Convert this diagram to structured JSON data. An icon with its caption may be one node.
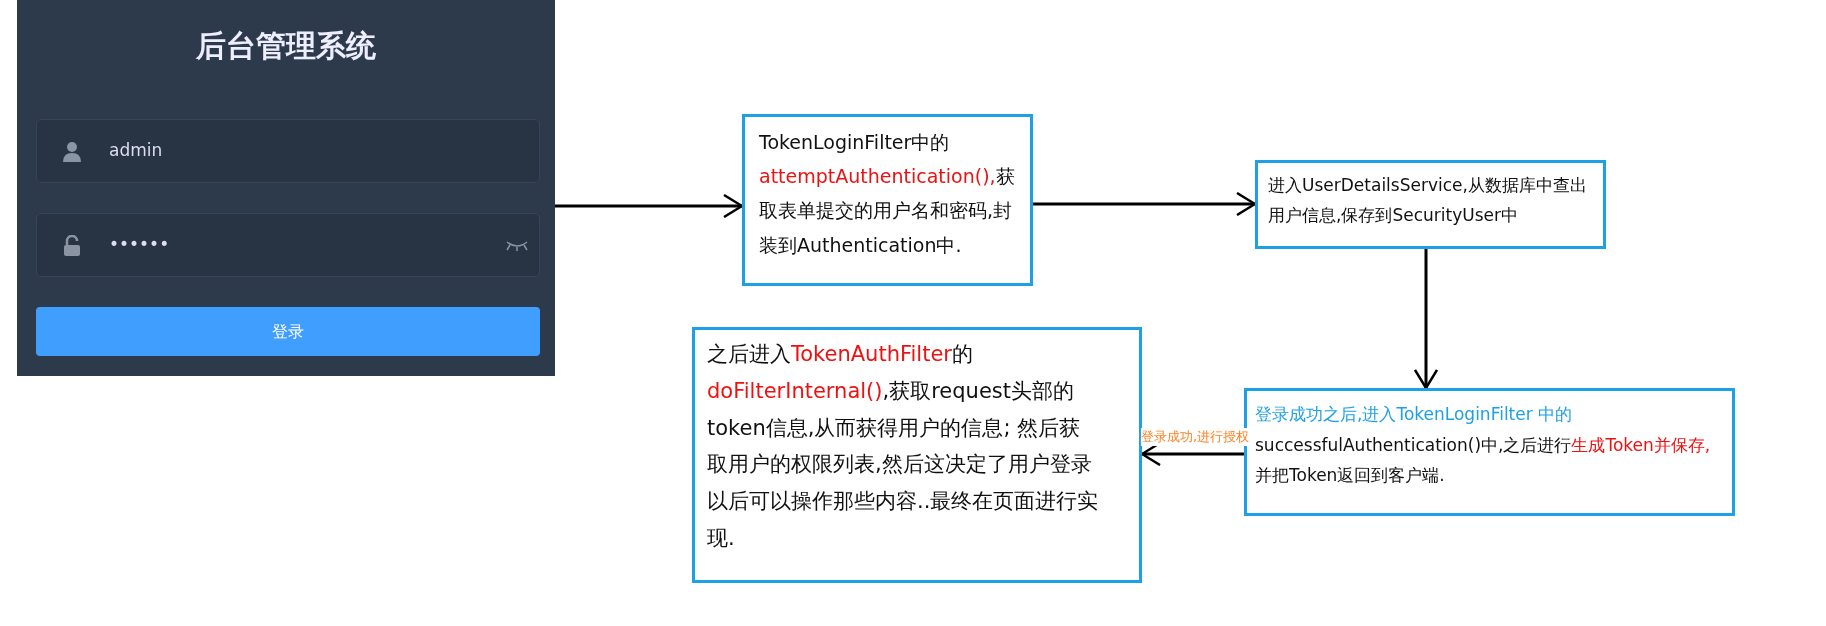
{
  "diagram": {
    "nodes": [
      {
        "text": [
          "后台管理系统"
        ]
      },
      {
        "text": [
          "admin"
        ],
        "in": 0
      },
      {
        "text": [
          "••••••"
        ],
        "in": 0
      },
      {
        "text": [
          "登录"
        ],
        "in": 0
      },
      {
        "text": [
          "TokenLoginFilter中的**attemptAuthentication(),**获取表单提交的用户名和密码,封装到Authentication中."
        ]
      },
      {
        "text": [
          "进入UserDetailsService,从数据库中查出用户信息,保存到SecurityUser中"
        ]
      },
      {
        "text": [
          "登录成功之后,进入TokenLoginFilter 中的",
          "successfulAuthentication()中,之后进行**生成Token并保存,**并把Token返回到客户端."
        ]
      },
      {
        "text": [
          "之后进入**TokenAuthFilter**的**doFilterInternal()**,获取request头部的token信息,从而获得用户的信息; 然后获取用户的权限列表,然后这决定了用户登录以后可以操作那些内容..最终在页面进行实现."
        ]
      }
    ],
    "edges": [
      {
        "from": 0,
        "to": 4,
        "arrow": "to"
      },
      {
        "from": 4,
        "to": 5,
        "arrow": "to"
      },
      {
        "from": 5,
        "to": 6,
        "arrow": "to"
      },
      {
        "from": 6,
        "to": 7,
        "arrow": "to",
        "label": "登录成功,进行授权",
        "color": "#000000"
      }
    ]
  }
}
